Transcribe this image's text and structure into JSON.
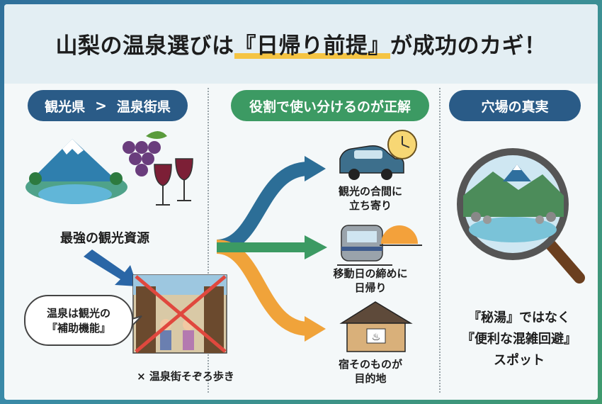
{
  "title": {
    "part1": "山梨の温泉選びは",
    "highlight": "『日帰り前提』",
    "part2": "が成功のカギ！"
  },
  "left": {
    "header_from": "観光県",
    "header_to": "温泉街県",
    "resource_label": "最強の観光資源",
    "bubble_line1": "温泉は観光の",
    "bubble_line2": "『補助機能』",
    "crossed_label": "× 温泉街そぞろ歩き"
  },
  "middle": {
    "header": "役割で使い分けるのが正解",
    "items": [
      {
        "line1": "観光の合間に",
        "line2": "立ち寄り"
      },
      {
        "line1": "移動日の締めに",
        "line2": "日帰り"
      },
      {
        "line1": "宿そのものが",
        "line2": "目的地"
      }
    ]
  },
  "right": {
    "header": "穴場の真実",
    "line1": "『秘湯』ではなく",
    "line2": "『便利な混雑回避』",
    "line3": "スポット"
  },
  "colors": {
    "navy": "#2a5b87",
    "green": "#3c9a63",
    "orange": "#f0a33a",
    "accent_yellow": "#f5c443"
  },
  "icons": [
    "mount-fuji-lake",
    "grapes-icon",
    "wine-glasses-icon",
    "car-icon",
    "clock-icon",
    "train-icon",
    "sunset-icon",
    "inn-icon",
    "onsen-symbol-icon",
    "magnifier-icon"
  ]
}
